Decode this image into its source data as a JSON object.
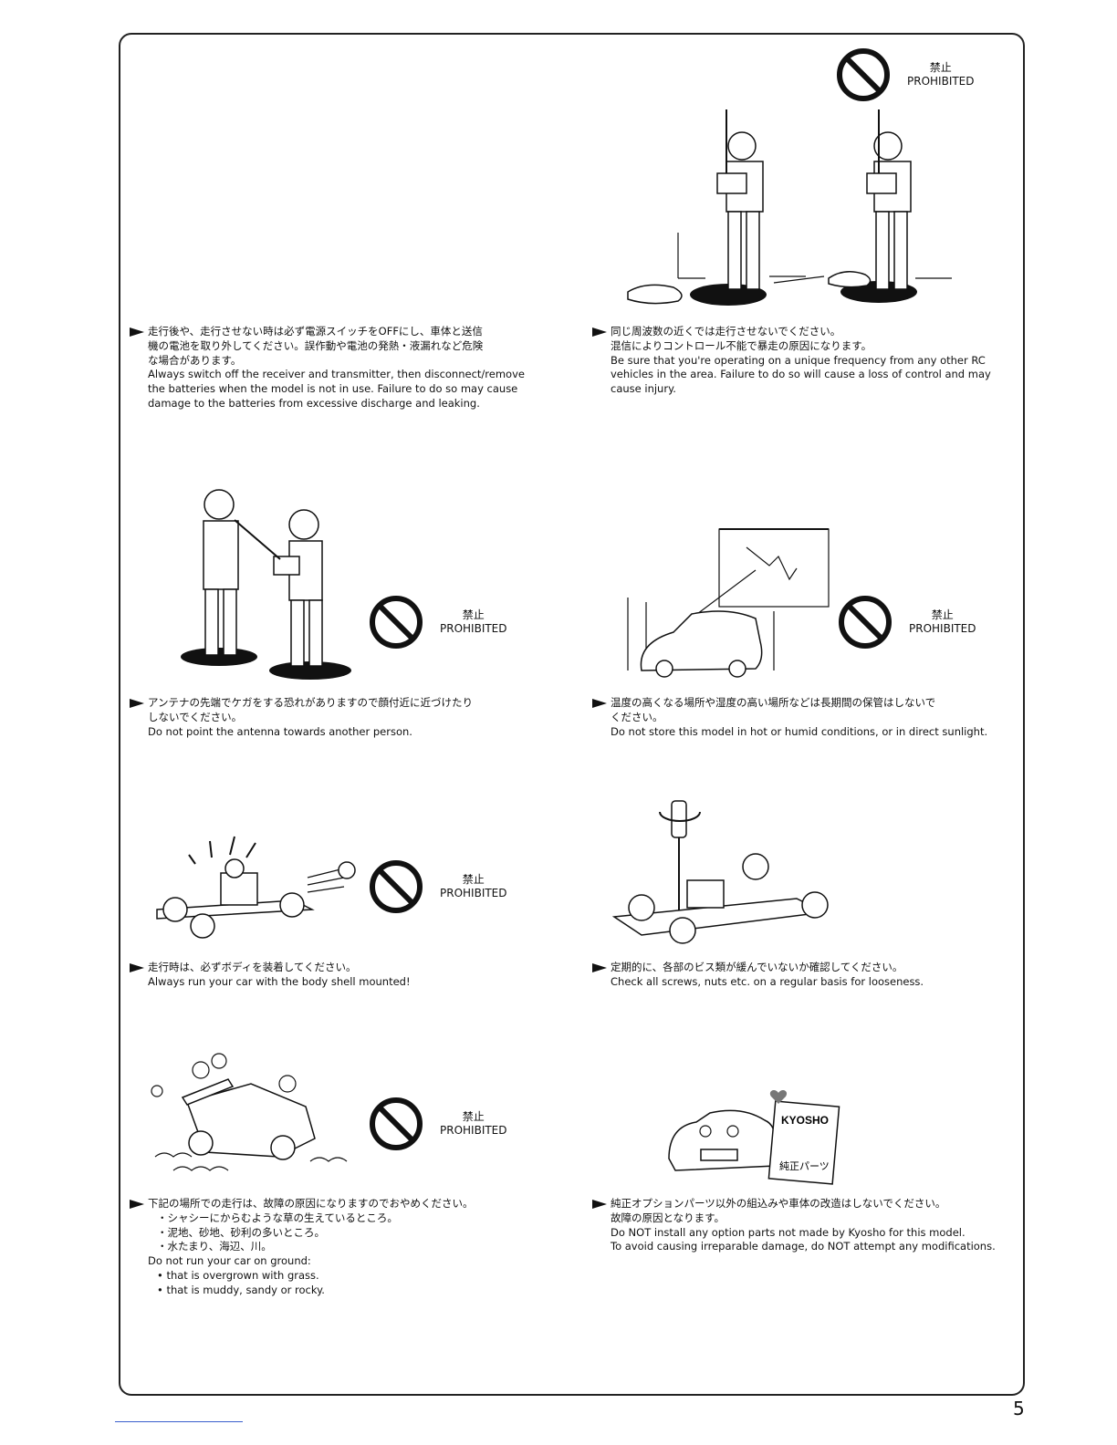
{
  "prohibited": {
    "jp": "禁止",
    "en": "PROHIBITED"
  },
  "sections": [
    {
      "id": "power-off",
      "jp": [
        "走行後や、走行させない時は必ず電源スイッチをOFFにし、車体と送信",
        "機の電池を取り外してください。誤作動や電池の発熱・液漏れなど危険",
        "な場合があります。"
      ],
      "en": [
        "Always switch off the receiver and transmitter, then disconnect/remove",
        "the batteries when the model is not in use.  Failure to do so may cause",
        "damage to the batteries from excessive discharge and leaking."
      ]
    },
    {
      "id": "frequency",
      "jp": [
        "同じ周波数の近くでは走行させないでください。",
        "混信によりコントロール不能で暴走の原因になります。"
      ],
      "en": [
        "Be sure that you're operating on a unique frequency from any other RC",
        "vehicles in the area. Failure to do so will cause a loss of control and may",
        "cause injury."
      ]
    },
    {
      "id": "antenna",
      "jp": [
        "アンテナの先端でケガをする恐れがありますので顔付近に近づけたり",
        "しないでください。"
      ],
      "en": [
        "Do not point the antenna towards another person."
      ]
    },
    {
      "id": "storage",
      "jp": [
        "温度の高くなる場所や湿度の高い場所などは長期間の保管はしないで",
        "ください。"
      ],
      "en": [
        "Do not store this model in hot or humid conditions, or in direct sunlight."
      ]
    },
    {
      "id": "body-shell",
      "jp": [
        "走行時は、必ずボディを装着してください。"
      ],
      "en": [
        "Always run your car with the body shell mounted!"
      ]
    },
    {
      "id": "screws",
      "jp": [
        "定期的に、各部のビス類が緩んでいないか確認してください。"
      ],
      "en": [
        "Check all screws, nuts etc. on a regular basis for looseness."
      ]
    },
    {
      "id": "terrain",
      "jp": [
        "下記の場所での走行は、故障の原因になりますのでおやめください。"
      ],
      "jp_items": [
        "・シャシーにからむような草の生えているところ。",
        "・泥地、砂地、砂利の多いところ。",
        "・水たまり、海辺、川。"
      ],
      "en": [
        "Do not run your car on ground:"
      ],
      "en_items": [
        "• that is overgrown with grass.",
        "• that is muddy, sandy or rocky."
      ]
    },
    {
      "id": "genuine-parts",
      "jp": [
        "純正オプションパーツ以外の組込みや車体の改造はしないでください。",
        "故障の原因となります。"
      ],
      "en": [
        "Do NOT install any option parts not made by Kyosho for this model.",
        "To avoid causing irreparable damage, do NOT attempt any modifications."
      ]
    }
  ],
  "illustration_text": {
    "kyosho_brand": "KYOSHO",
    "genuine_parts": "純正パーツ"
  },
  "page_number": "5"
}
